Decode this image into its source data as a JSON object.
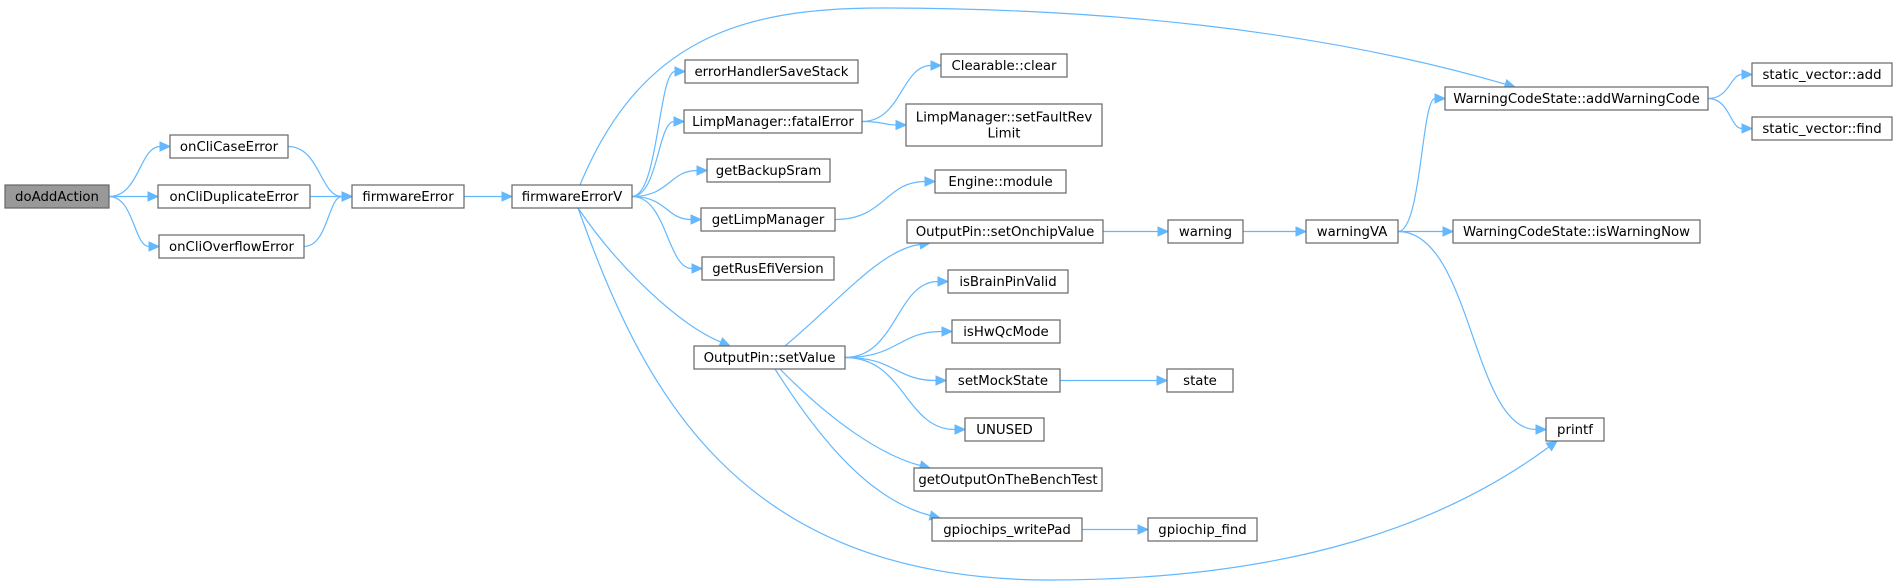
{
  "colors": {
    "edge": "#63b8ff",
    "node_border": "#666666",
    "root_fill": "#999999",
    "node_fill": "#ffffff"
  },
  "nodes": {
    "doAddAction": "doAddAction",
    "onCliCaseError": "onCliCaseError",
    "onCliDuplicateError": "onCliDuplicateError",
    "onCliOverflowError": "onCliOverflowError",
    "firmwareError": "firmwareError",
    "firmwareErrorV": "firmwareErrorV",
    "errorHandlerSaveStack": "errorHandlerSaveStack",
    "LimpManager_fatalError": "LimpManager::fatalError",
    "getBackupSram": "getBackupSram",
    "getLimpManager": "getLimpManager",
    "getRusEfiVersion": "getRusEfiVersion",
    "OutputPin_setValue": "OutputPin::setValue",
    "Clearable_clear": "Clearable::clear",
    "LimpManager_setFaultRevLimit_1": "LimpManager::setFaultRev",
    "LimpManager_setFaultRevLimit_2": "Limit",
    "Engine_module": "Engine::module",
    "OutputPin_setOnchipValue": "OutputPin::setOnchipValue",
    "isBrainPinValid": "isBrainPinValid",
    "isHwQcMode": "isHwQcMode",
    "setMockState": "setMockState",
    "UNUSED": "UNUSED",
    "getOutputOnTheBenchTest": "getOutputOnTheBenchTest",
    "gpiochips_writePad": "gpiochips_writePad",
    "warning": "warning",
    "state": "state",
    "gpiochip_find": "gpiochip_find",
    "warningVA": "warningVA",
    "WarningCodeState_addWarningCode": "WarningCodeState::addWarningCode",
    "WarningCodeState_isWarningNow": "WarningCodeState::isWarningNow",
    "printf": "printf",
    "static_vector_add": "static_vector::add",
    "static_vector_find": "static_vector::find"
  }
}
